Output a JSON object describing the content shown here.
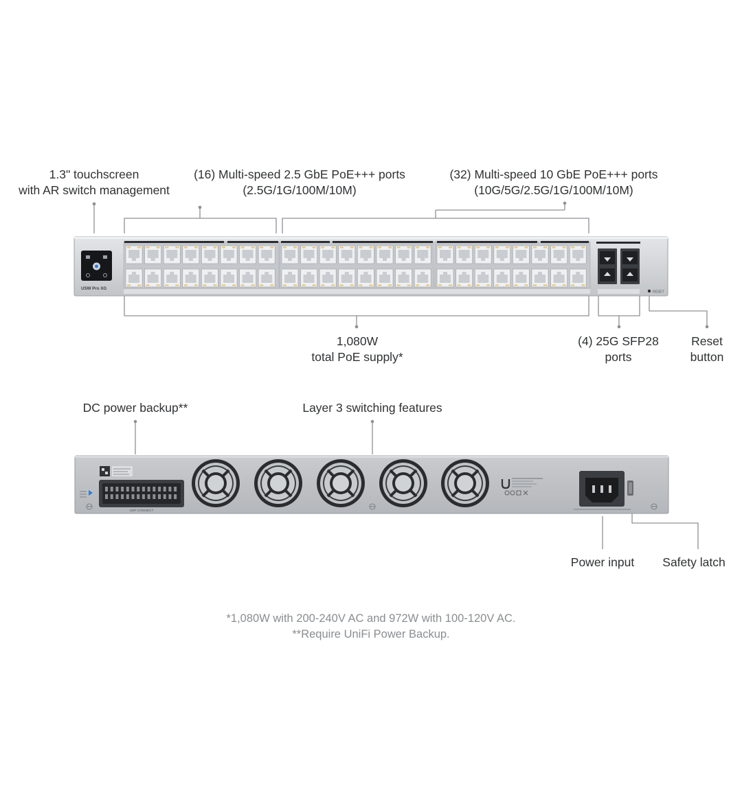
{
  "front_labels": {
    "touchscreen": {
      "line1": "1.3\" touchscreen",
      "line2": "with AR switch management"
    },
    "ports_2_5g": {
      "line1": "(16) Multi-speed 2.5 GbE PoE+++ ports",
      "line2": "(2.5G/1G/100M/10M)"
    },
    "ports_10g": {
      "line1": "(32) Multi-speed 10 GbE PoE+++ ports",
      "line2": "(10G/5G/2.5G/1G/100M/10M)"
    },
    "poe_supply": {
      "line1": "1,080W",
      "line2": "total PoE supply*"
    },
    "sfp28": {
      "line1": "(4) 25G SFP28",
      "line2": "ports"
    },
    "reset": {
      "line1": "Reset",
      "line2": "button"
    }
  },
  "rear_labels": {
    "dc_backup": "DC power backup**",
    "layer3": "Layer 3 switching features",
    "power_input": "Power input",
    "safety_latch": "Safety latch"
  },
  "device": {
    "model_badge": "USW Pro XG",
    "reset_text": "RESET",
    "usp_label": "USP CONNECT"
  },
  "footnotes": {
    "note1": "*1,080W with 200-240V AC and 972W with 100-120V AC.",
    "note2": "**Require UniFi Power Backup."
  },
  "colors": {
    "chassis": "#d2d4d7",
    "chassis_edge": "#9ea1a5",
    "callout_line": "#8d9094",
    "port_led": "#e9c46a",
    "accent_blue": "#2a7de1"
  }
}
